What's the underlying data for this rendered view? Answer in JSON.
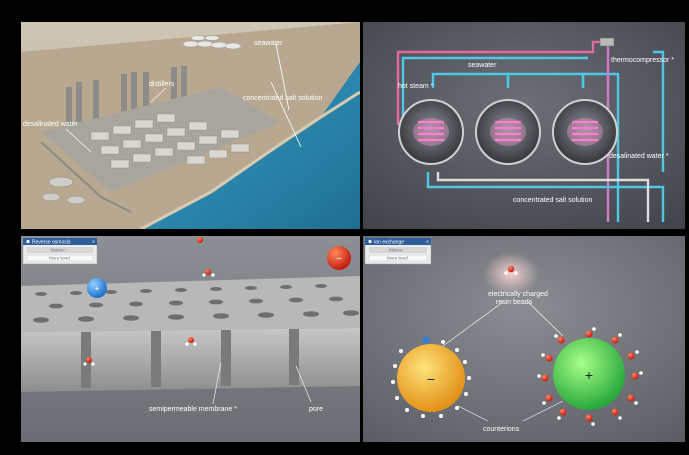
{
  "panel1": {
    "labels": {
      "seawater": "seawater",
      "distillers": "distillers",
      "desalinated_water": "desalinated water",
      "concentrated_salt": "concentrated salt solution"
    }
  },
  "panel2": {
    "labels": {
      "seawater": "seawater",
      "thermocompressor": "thermocompressor *",
      "hot_steam": "hot steam *",
      "desalinated_water": "desalinated water *",
      "concentrated_salt": "concentrated salt solution"
    }
  },
  "panel3": {
    "control": {
      "title": "Reverse osmosis",
      "items": [
        "Motion",
        "More level"
      ]
    },
    "labels": {
      "membrane": "semipermeable membrane *",
      "pore": "pore"
    }
  },
  "panel4": {
    "control": {
      "title": "Ion exchange",
      "items": [
        "Motion",
        "More level"
      ]
    },
    "labels": {
      "beads": [
        "electrically charged",
        "resin beads"
      ],
      "counterions": "counterions"
    }
  },
  "colors": {
    "sea": "#2f8fb5",
    "steam_pink": "#ff6fc8",
    "pipe_blue": "#4fc6e6",
    "bead_orange": "#f3a31a",
    "bead_green": "#2fd24a",
    "ion_red": "#d92b25",
    "ion_blue": "#1f7fdc"
  },
  "icons": [
    "eye-icon",
    "close-icon"
  ]
}
